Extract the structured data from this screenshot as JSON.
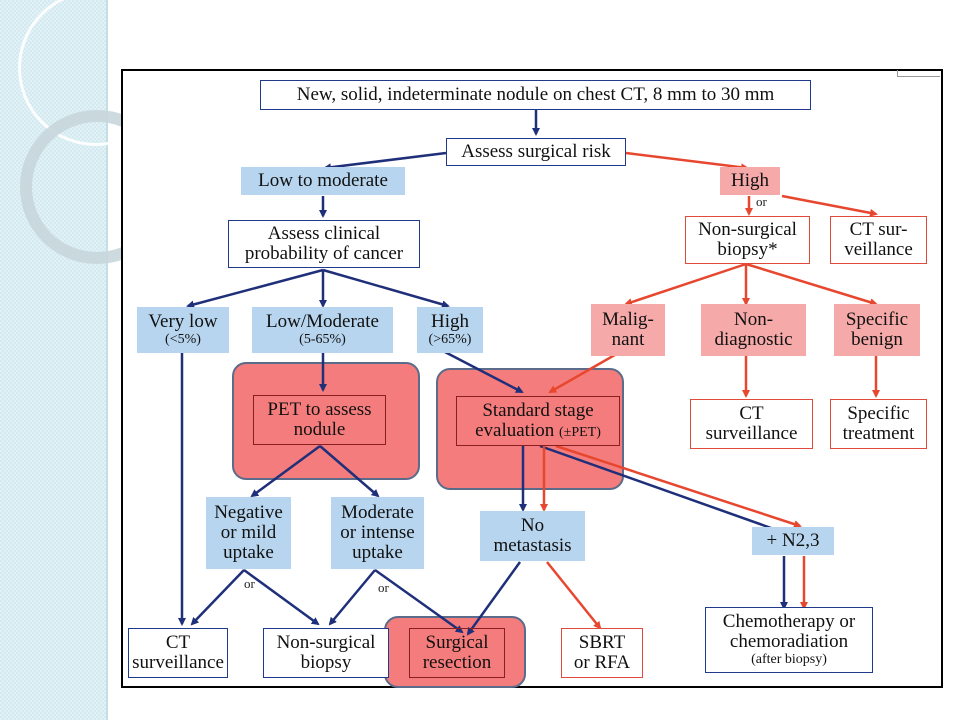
{
  "colors": {
    "blue_arrow": "#1f2f7a",
    "red_arrow": "#e8472f",
    "blue_fill": "#b7d5ee",
    "pink_fill": "#f5a9a9",
    "highlight": "#f57c7c"
  },
  "nodes": {
    "top": "New, solid, indeterminate nodule on chest CT, 8 mm to 30 mm",
    "assess_risk": "Assess surgical risk",
    "low_moderate": "Low to moderate",
    "high_risk": "High",
    "assess_clinical_1": "Assess clinical",
    "assess_clinical_2": "probability of cancer",
    "nonsurgical_biopsy_top_1": "Non-surgical",
    "nonsurgical_biopsy_top_2": "biopsy*",
    "ct_surveillance_right_1": "CT sur-",
    "ct_surveillance_right_2": "veillance",
    "very_low": "Very low",
    "very_low_sub": "(<5%)",
    "low_mod": "Low/Moderate",
    "low_mod_sub": "(5-65%)",
    "high_prob": "High",
    "high_prob_sub": "(>65%)",
    "malignant_1": "Malig-",
    "malignant_2": "nant",
    "nondiag_1": "Non-",
    "nondiag_2": "diagnostic",
    "specific_benign_1": "Specific",
    "specific_benign_2": "benign",
    "pet_1": "PET to assess",
    "pet_2": "nodule",
    "staging_1": "Standard stage",
    "staging_2": "evaluation",
    "staging_sub": "(±PET)",
    "ct_surv_mid_1": "CT",
    "ct_surv_mid_2": "surveillance",
    "specific_treatment_1": "Specific",
    "specific_treatment_2": "treatment",
    "neg_1": "Negative",
    "neg_2": "or mild",
    "neg_3": "uptake",
    "modint_1": "Moderate",
    "modint_2": "or intense",
    "modint_3": "uptake",
    "nometa_1": "No",
    "nometa_2": "metastasis",
    "n23": "+ N2,3",
    "ct_surv_bottom_1": "CT",
    "ct_surv_bottom_2": "surveillance",
    "ns_biopsy_bottom_1": "Non-surgical",
    "ns_biopsy_bottom_2": "biopsy",
    "surgical_1": "Surgical",
    "surgical_2": "resection",
    "sbrt_1": "SBRT",
    "sbrt_2": "or RFA",
    "chemo_1": "Chemotherapy or",
    "chemo_2": "chemoradiation",
    "chemo_sub": "(after biopsy)"
  },
  "labels": {
    "or_1": "or",
    "or_2": "or",
    "or_3": "or"
  }
}
